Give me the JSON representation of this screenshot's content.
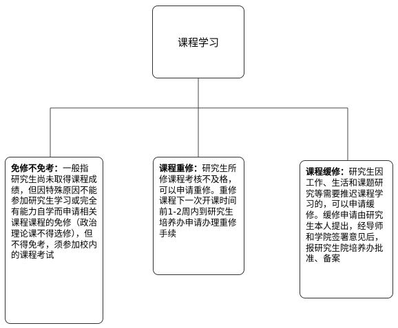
{
  "root": {
    "label": "课程学习"
  },
  "children": [
    {
      "title": "免修不免考：",
      "body": "一般指研究生尚未取得课程成绩，但因特殊原因不能参加研究生学习或完全有能力自学而申请相关课程课程的免修（政治理论课不得选修），但不得免考，须参加校内的课程考试"
    },
    {
      "title": "课程重修：",
      "body": "研究生所修课程考核不及格，可以申请重修。重修课程下一次开课时间前1-2周内到研究生培养办申请办理重修手续"
    },
    {
      "title": "课程缓修：",
      "body": "研究生因工作、生活和课题研究等需要推迟课程学习的，可以申请缓修。缓修申请由研究生本人提出，经导师和学院签署意见后，报研究生院培养办批准、备案"
    }
  ]
}
